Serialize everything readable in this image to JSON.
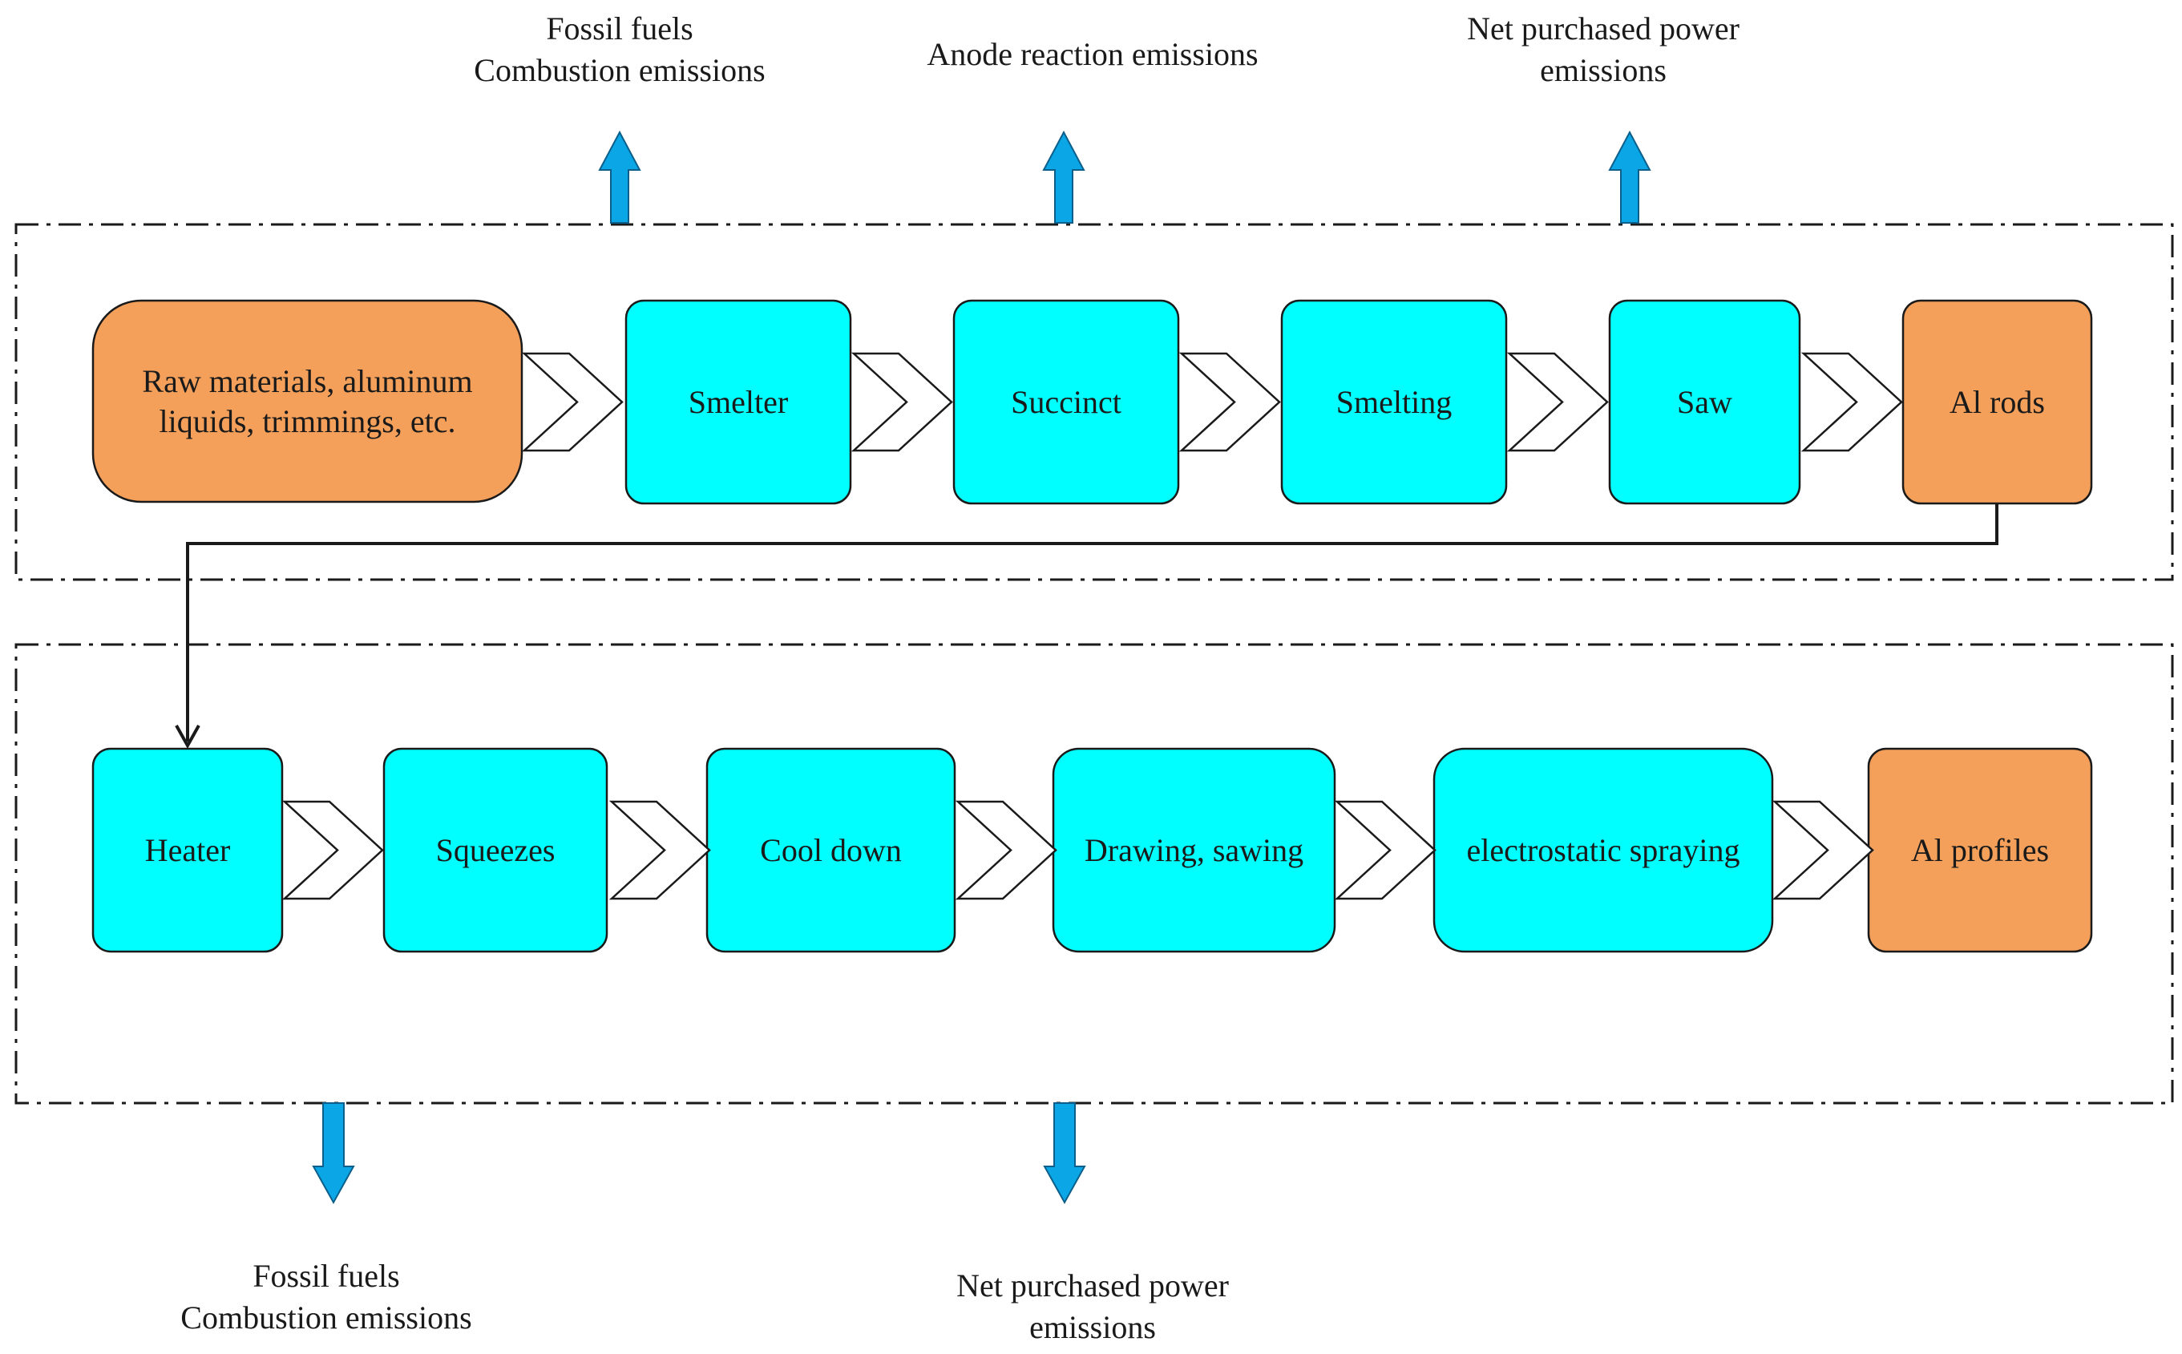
{
  "top_stage": {
    "boxes": [
      {
        "lines": [
          "Raw materials, aluminum",
          "liquids, trimmings, etc."
        ],
        "color": "#F4A05A"
      },
      {
        "lines": [
          "Smelter"
        ],
        "color": "#00FFFF"
      },
      {
        "lines": [
          "Succinct"
        ],
        "color": "#00FFFF"
      },
      {
        "lines": [
          "Smelting"
        ],
        "color": "#00FFFF"
      },
      {
        "lines": [
          "Saw"
        ],
        "color": "#00FFFF"
      },
      {
        "lines": [
          "Al rods"
        ],
        "color": "#F4A05A"
      }
    ],
    "emissions": [
      {
        "lines": [
          "Fossil fuels",
          "Combustion emissions"
        ]
      },
      {
        "lines": [
          "Anode reaction emissions"
        ]
      },
      {
        "lines": [
          "Net purchased power",
          "emissions"
        ]
      }
    ]
  },
  "bottom_stage": {
    "boxes": [
      {
        "lines": [
          "Heater"
        ],
        "color": "#00FFFF"
      },
      {
        "lines": [
          "Squeezes"
        ],
        "color": "#00FFFF"
      },
      {
        "lines": [
          "Cool down"
        ],
        "color": "#00FFFF"
      },
      {
        "lines": [
          "Drawing, sawing"
        ],
        "color": "#00FFFF"
      },
      {
        "lines": [
          "electrostatic spraying"
        ],
        "color": "#00FFFF"
      },
      {
        "lines": [
          "Al profiles"
        ],
        "color": "#F4A05A"
      }
    ],
    "emissions": [
      {
        "lines": [
          "Fossil fuels",
          "Combustion emissions"
        ]
      },
      {
        "lines": [
          "Net purchased power",
          "emissions"
        ]
      }
    ]
  },
  "colors": {
    "process": "#00FFFF",
    "input_output": "#F4A05A",
    "emission_arrow": "#0AA6E6",
    "border": "#1a1a1a"
  },
  "icons": {
    "emission_arrow": "blue-block-arrow",
    "flow_arrow": "chevron-right-icon",
    "connector": "elbow-connector-arrow"
  }
}
